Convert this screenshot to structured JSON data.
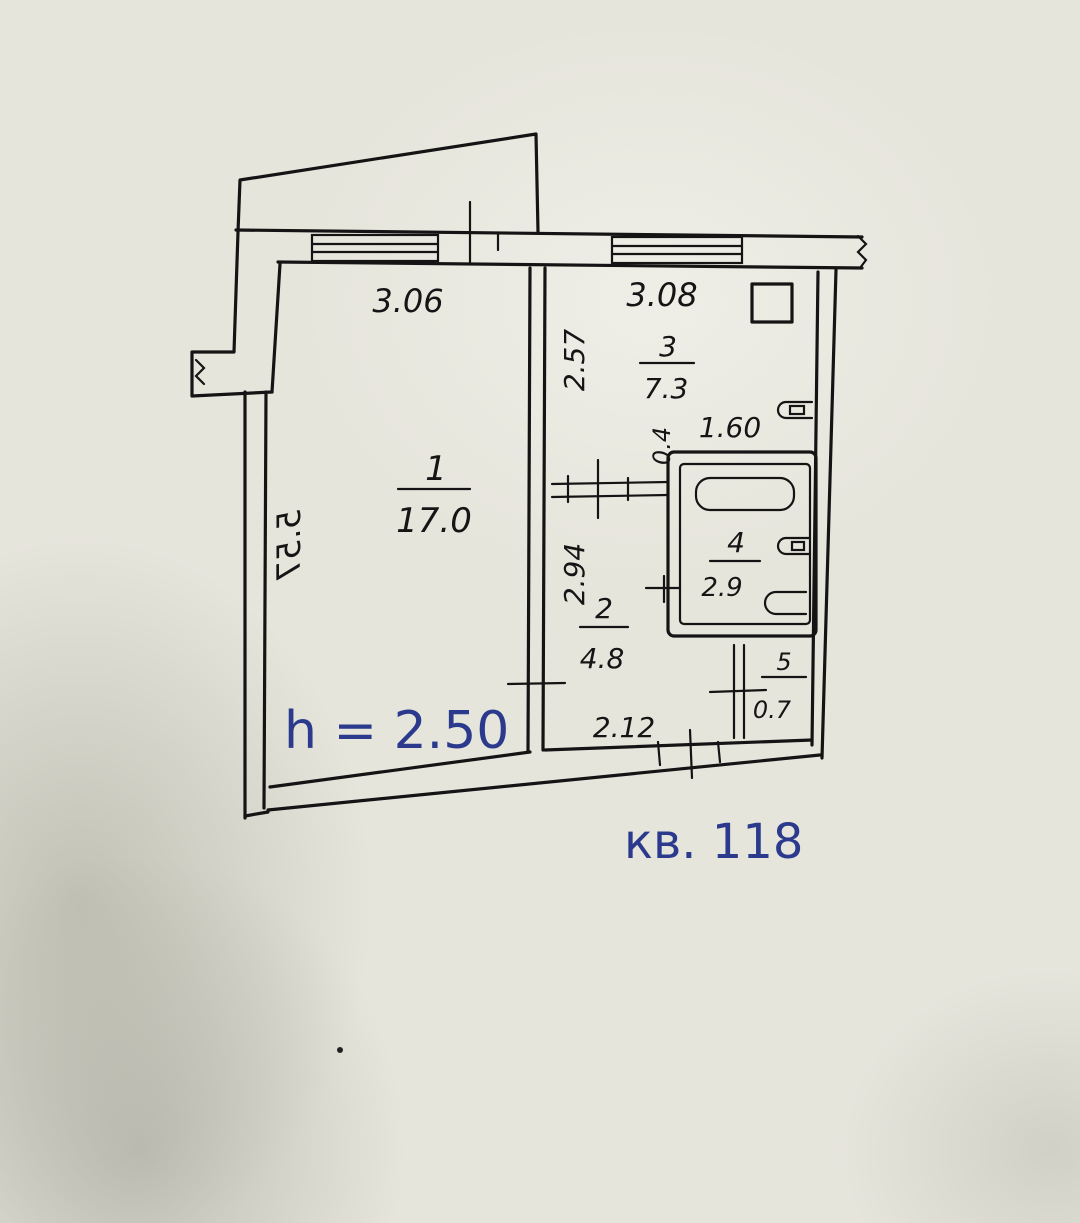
{
  "plan": {
    "rooms": [
      {
        "number": "1",
        "area": "17.0"
      },
      {
        "number": "2",
        "area": "4.8"
      },
      {
        "number": "3",
        "area": "7.3"
      },
      {
        "number": "4",
        "area": "2.9"
      },
      {
        "number": "5",
        "area": "0.7"
      }
    ],
    "dimensions": {
      "room1_width": "3.06",
      "room3_width": "3.08",
      "room1_length": "5.57",
      "room3_length": "2.57",
      "corridor_length": "2.94",
      "bath_width": "1.60",
      "gap": "0.4",
      "corridor_width": "2.12"
    },
    "ceiling_height": "h = 2.50",
    "apartment_label": "кв. 118"
  },
  "colors": {
    "ink": "#141414",
    "blue_ink": "#2b3a8c",
    "paper": "#e6e5dc"
  }
}
